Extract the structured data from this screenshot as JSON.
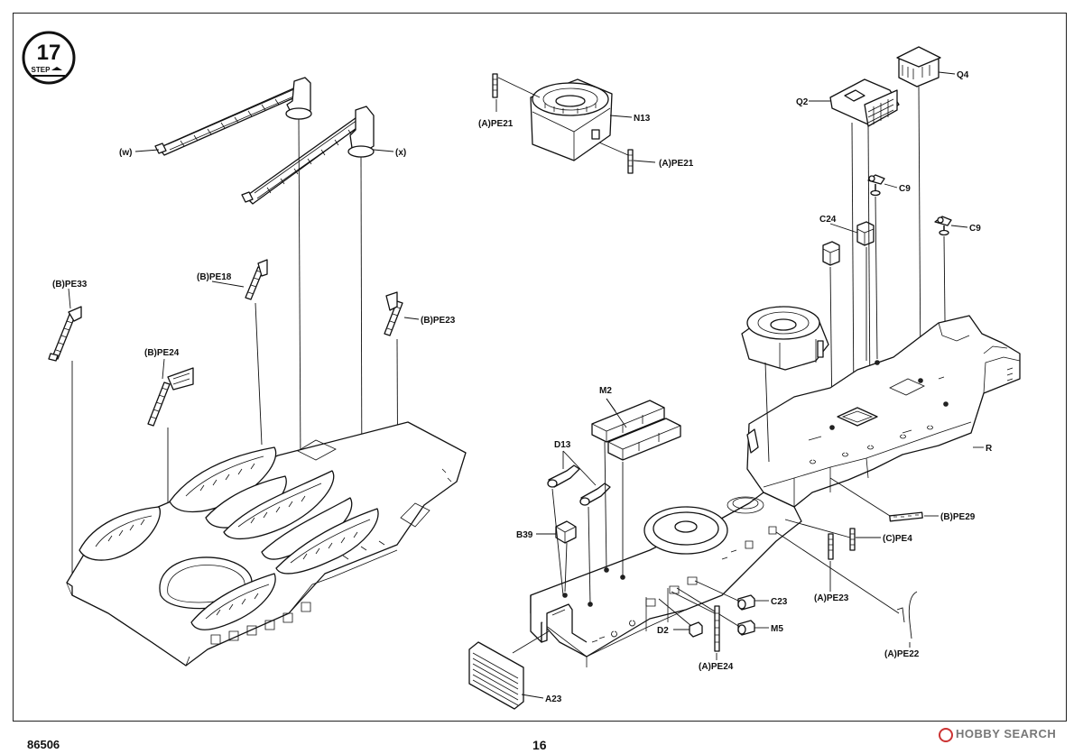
{
  "step": {
    "number": "17",
    "word": "STEP"
  },
  "labels": {
    "w": "(w)",
    "x": "(x)",
    "b_pe33": "(B)PE33",
    "b_pe18": "(B)PE18",
    "b_pe23": "(B)PE23",
    "b_pe24": "(B)PE24",
    "a_pe21_left": "(A)PE21",
    "n13": "N13",
    "a_pe21_right": "(A)PE21",
    "q2": "Q2",
    "q4": "Q4",
    "c9_top": "C9",
    "c24": "C24",
    "c9_mid": "C9",
    "m2": "M2",
    "d13": "D13",
    "b39": "B39",
    "r": "R",
    "b_pe29": "(B)PE29",
    "c_pe4": "(C)PE4",
    "c23": "C23",
    "a_pe23": "(A)PE23",
    "d2": "D2",
    "m5": "M5",
    "a_pe24": "(A)PE24",
    "a_pe22": "(A)PE22",
    "a23": "A23"
  },
  "footer": {
    "model_number": "86506",
    "page_number": "16",
    "watermark": "HOBBY SEARCH"
  }
}
